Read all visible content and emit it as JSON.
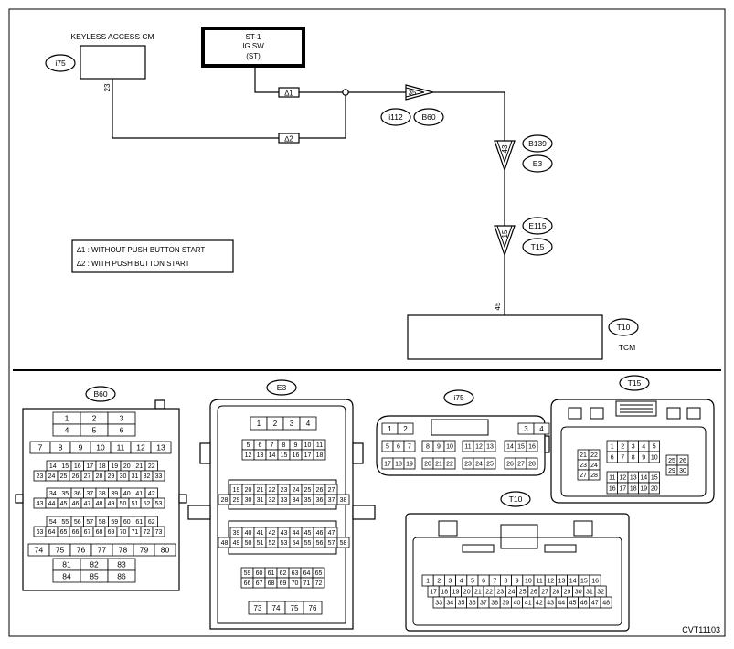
{
  "schematic": {
    "keyless_label": "KEYLESS ACCESS CM",
    "keyless_connector": "i75",
    "keyless_pin": "23",
    "stsw_line1": "ST-1",
    "stsw_line2": "IG SW",
    "stsw_line3": "(ST)",
    "star1_label": "∆1",
    "star2_label": "∆2",
    "joint1_pin": "35",
    "joint1_conn_a": "i112",
    "joint1_conn_b": "B60",
    "joint2_pin": "43",
    "joint2_conn_a": "B139",
    "joint2_conn_b": "E3",
    "joint3_pin": "15",
    "joint3_conn_a": "E115",
    "joint3_conn_b": "T15",
    "tcm_pin": "45",
    "tcm_connector": "T10",
    "tcm_label": "TCM",
    "legend_line1": "∆1 : WITHOUT PUSH BUTTON START",
    "legend_line2": "∆2 : WITH PUSH BUTTON START"
  },
  "connectors": {
    "b60": {
      "label": "B60",
      "rows": [
        [
          "1",
          "2",
          "3"
        ],
        [
          "4",
          "5",
          "6"
        ],
        [
          "7",
          "8",
          "9",
          "10",
          "11",
          "12",
          "13"
        ],
        [
          "14",
          "15",
          "16",
          "17",
          "18",
          "19",
          "20",
          "21",
          "22"
        ],
        [
          "23",
          "24",
          "25",
          "26",
          "27",
          "28",
          "29",
          "30",
          "31",
          "32",
          "33"
        ],
        [
          "34",
          "35",
          "36",
          "37",
          "38",
          "39",
          "40",
          "41",
          "42"
        ],
        [
          "43",
          "44",
          "45",
          "46",
          "47",
          "48",
          "49",
          "50",
          "51",
          "52",
          "53"
        ],
        [
          "54",
          "55",
          "56",
          "57",
          "58",
          "59",
          "60",
          "61",
          "62"
        ],
        [
          "63",
          "64",
          "65",
          "66",
          "67",
          "68",
          "69",
          "70",
          "71",
          "72",
          "73"
        ],
        [
          "74",
          "75",
          "76",
          "77",
          "78",
          "79",
          "80"
        ],
        [
          "81",
          "82",
          "83"
        ],
        [
          "84",
          "85",
          "86"
        ]
      ]
    },
    "e3": {
      "label": "E3",
      "rows": [
        [
          "1",
          "2",
          "3",
          "4"
        ],
        [
          "5",
          "6",
          "7",
          "8",
          "9",
          "10",
          "11"
        ],
        [
          "12",
          "13",
          "14",
          "15",
          "16",
          "17",
          "18"
        ],
        [
          "19",
          "20",
          "21",
          "22",
          "23",
          "24",
          "25",
          "26",
          "27"
        ],
        [
          "28",
          "29",
          "30",
          "31",
          "32",
          "33",
          "34",
          "35",
          "36",
          "37",
          "38"
        ],
        [
          "39",
          "40",
          "41",
          "42",
          "43",
          "44",
          "45",
          "46",
          "47"
        ],
        [
          "48",
          "49",
          "50",
          "51",
          "52",
          "53",
          "54",
          "55",
          "56",
          "57",
          "58"
        ],
        [
          "59",
          "60",
          "61",
          "62",
          "63",
          "64",
          "65"
        ],
        [
          "66",
          "67",
          "68",
          "69",
          "70",
          "71",
          "72"
        ],
        [
          "73",
          "74",
          "75",
          "76"
        ]
      ]
    },
    "i75": {
      "label": "i75",
      "rows": [
        [
          "1",
          "2"
        ],
        [
          "3",
          "4"
        ],
        [
          "5",
          "6",
          "7"
        ],
        [
          "8",
          "9",
          "10"
        ],
        [
          "11",
          "12",
          "13"
        ],
        [
          "14",
          "15",
          "16"
        ],
        [
          "17",
          "18",
          "19"
        ],
        [
          "20",
          "21",
          "22"
        ],
        [
          "23",
          "24",
          "25"
        ],
        [
          "26",
          "27",
          "28"
        ]
      ]
    },
    "t15": {
      "label": "T15",
      "rows": [
        [
          "1",
          "2",
          "3",
          "4",
          "5"
        ],
        [
          "6",
          "7",
          "8",
          "9",
          "10"
        ],
        [
          "11",
          "12",
          "13",
          "14",
          "15"
        ],
        [
          "16",
          "17",
          "18",
          "19",
          "20"
        ],
        [
          "21",
          "22"
        ],
        [
          "23",
          "24"
        ],
        [
          "25",
          "26"
        ],
        [
          "27",
          "28"
        ],
        [
          "29",
          "30"
        ]
      ]
    },
    "t10": {
      "label": "T10",
      "rows": [
        [
          "1",
          "2",
          "3",
          "4",
          "5",
          "6",
          "7",
          "8",
          "9",
          "10",
          "11",
          "12",
          "13",
          "14",
          "15",
          "16"
        ],
        [
          "17",
          "18",
          "19",
          "20",
          "21",
          "22",
          "23",
          "24",
          "25",
          "26",
          "27",
          "28",
          "29",
          "30",
          "31",
          "32"
        ],
        [
          "33",
          "34",
          "35",
          "36",
          "37",
          "38",
          "39",
          "40",
          "41",
          "42",
          "43",
          "44",
          "45",
          "46",
          "47",
          "48"
        ]
      ]
    }
  },
  "figure_code": "CVT11103"
}
